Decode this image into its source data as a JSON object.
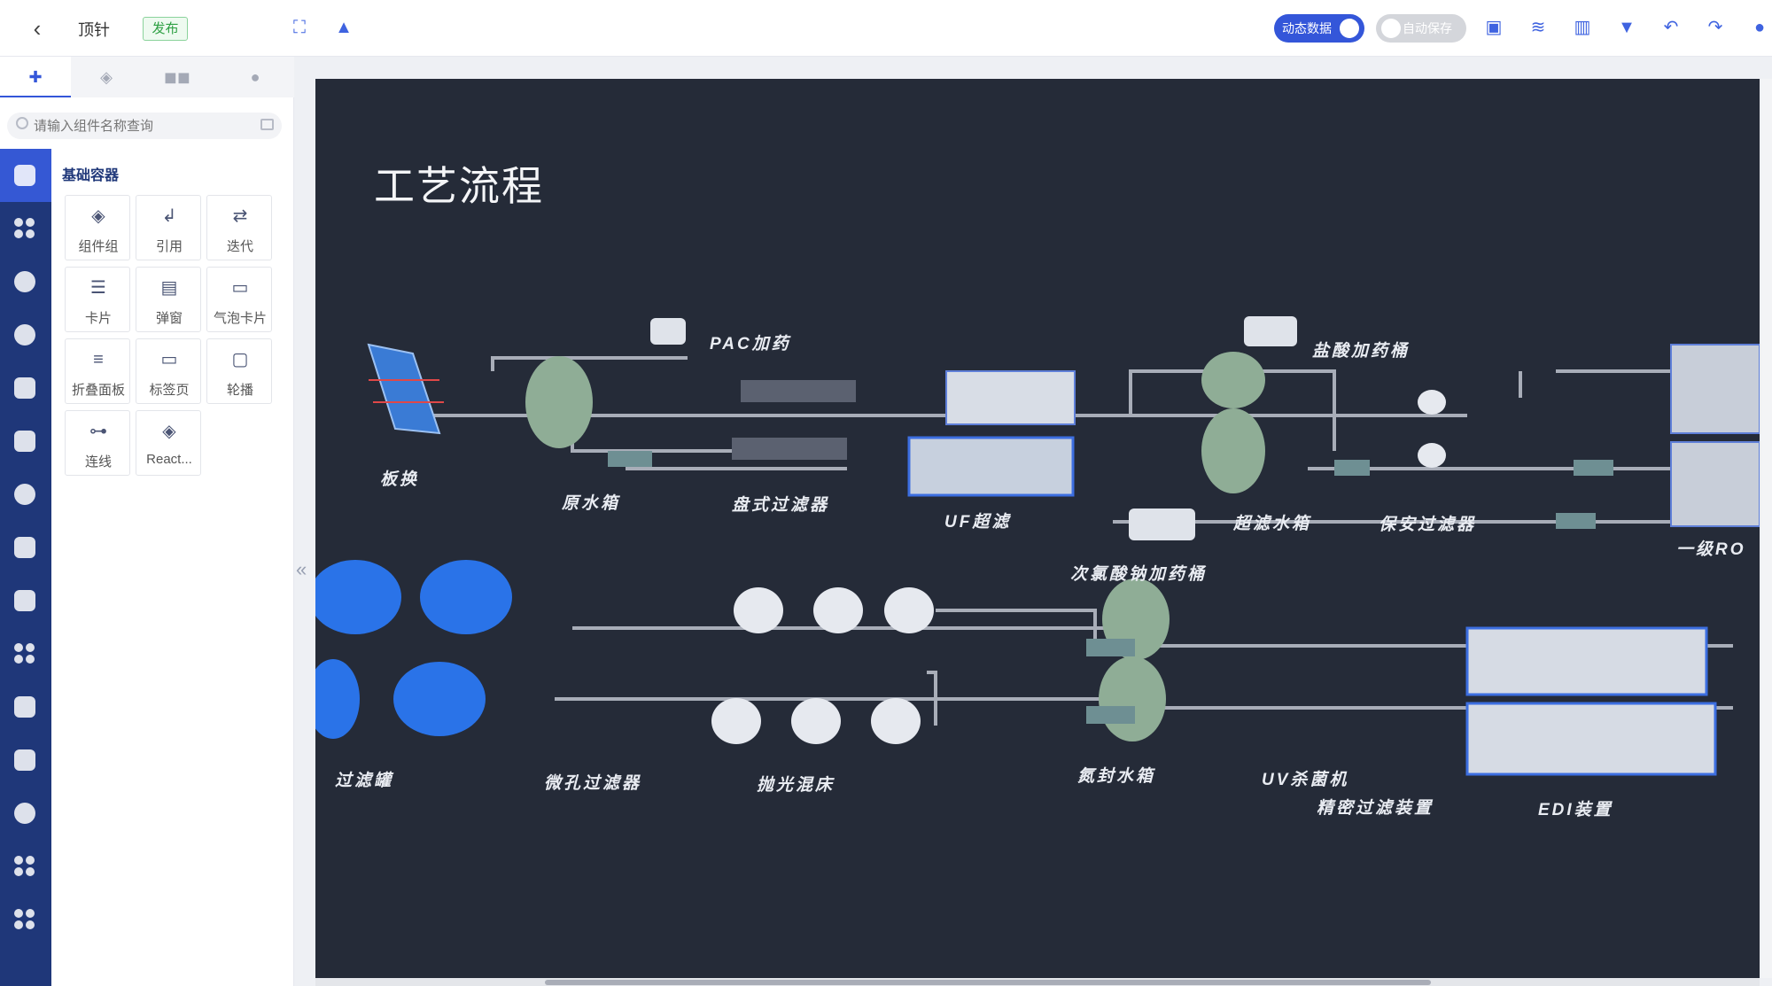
{
  "header": {
    "back_icon": "chevron-left-icon",
    "title": "顶针",
    "publish_label": "发布",
    "dynamic_data_label": "动态数据",
    "auto_save_label": "自动保存",
    "dynamic_data_on": true,
    "auto_save_on": false
  },
  "panel": {
    "tabs": [
      "components-icon",
      "layers-icon",
      "group-icon",
      "user-icon"
    ],
    "search_placeholder": "请输入组件名称查询",
    "section_title": "基础容器",
    "components": [
      {
        "label": "组件组",
        "icon": "layers-icon"
      },
      {
        "label": "引用",
        "icon": "return-arrow-icon"
      },
      {
        "label": "迭代",
        "icon": "loop-arrows-icon"
      },
      {
        "label": "卡片",
        "icon": "card-icon"
      },
      {
        "label": "弹窗",
        "icon": "window-icon"
      },
      {
        "label": "气泡卡片",
        "icon": "bubble-icon"
      },
      {
        "label": "折叠面板",
        "icon": "collapse-icon"
      },
      {
        "label": "标签页",
        "icon": "folder-tab-icon"
      },
      {
        "label": "轮播",
        "icon": "carousel-icon"
      },
      {
        "label": "连线",
        "icon": "connector-icon"
      },
      {
        "label": "React...",
        "icon": "layers-icon"
      }
    ]
  },
  "canvas": {
    "title": "工艺流程",
    "labels": {
      "plate_exchanger": "板换",
      "raw_tank": "原水箱",
      "pac": "PAC加药",
      "disc_filter": "盘式过滤器",
      "uf": "UF超滤",
      "hcl_tank": "盐酸加药桶",
      "uf_tank": "超滤水箱",
      "safety_filter": "保安过滤器",
      "ro1": "一级RO",
      "naclo_tank": "次氯酸钠加药桶",
      "filter_tank": "过滤罐",
      "micro_filter": "微孔过滤器",
      "polish_bed": "抛光混床",
      "n2_tank": "氮封水箱",
      "uv": "UV杀菌机",
      "precision_filter": "精密过滤装置",
      "edi": "EDI装置"
    }
  }
}
